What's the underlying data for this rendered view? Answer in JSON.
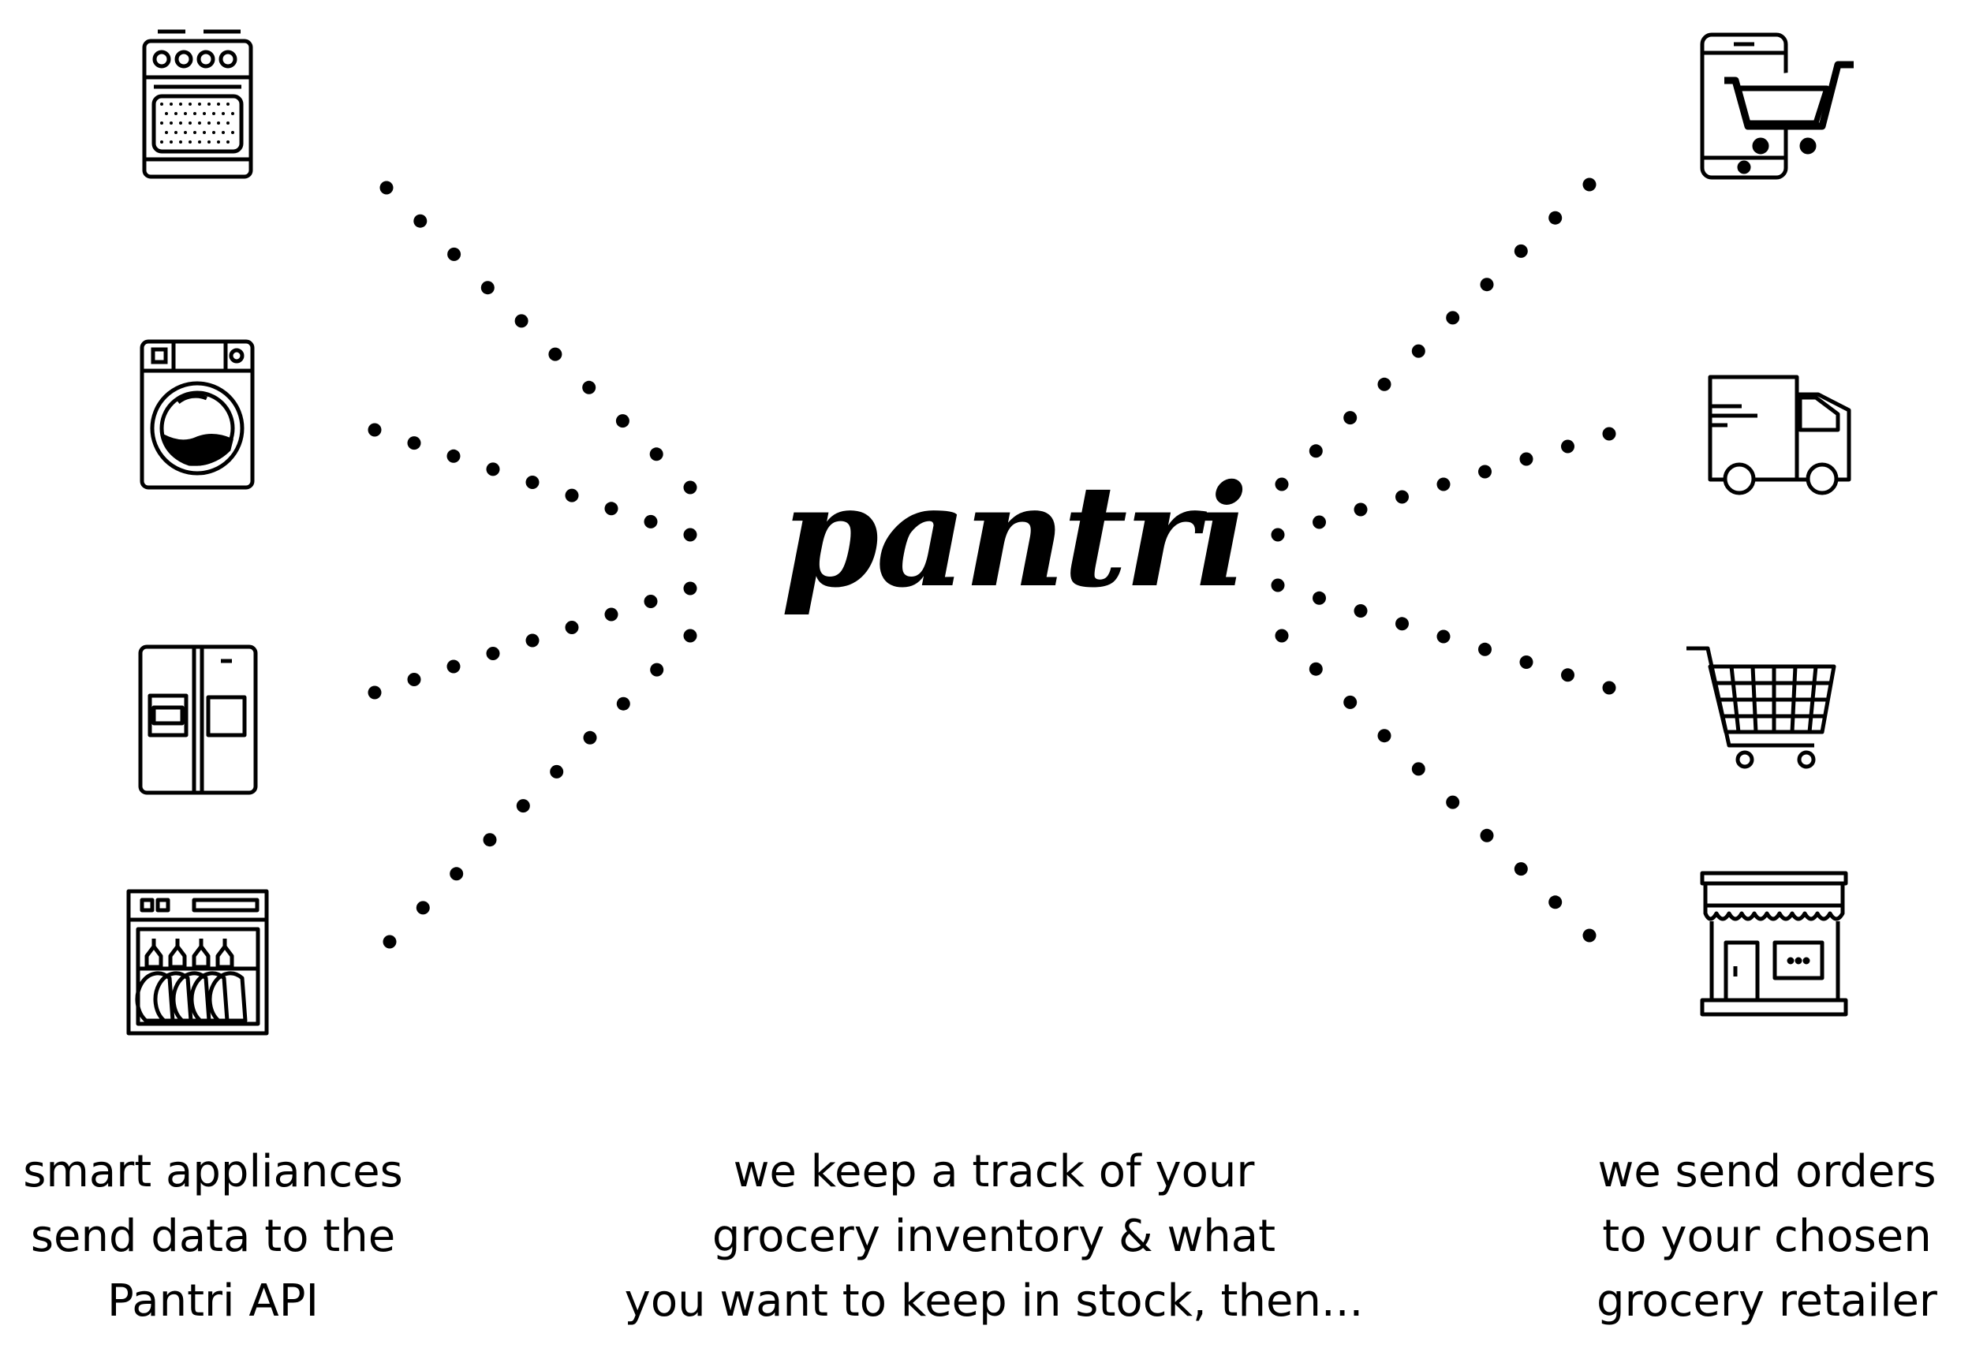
{
  "brand": {
    "logo_text": "pantri"
  },
  "sources": {
    "caption": [
      "smart appliances",
      "send data to the",
      "Pantri API"
    ],
    "icons": [
      "oven-icon",
      "washing-machine-icon",
      "fridge-icon",
      "dishwasher-icon"
    ]
  },
  "center": {
    "caption": [
      "we keep a track of your",
      "grocery inventory & what",
      "you want to keep in stock, then..."
    ]
  },
  "destinations": {
    "caption": [
      "we send orders",
      "to your chosen",
      "grocery retailer"
    ],
    "icons": [
      "mobile-shopping-icon",
      "delivery-truck-icon",
      "shopping-cart-icon",
      "grocery-store-icon"
    ]
  }
}
